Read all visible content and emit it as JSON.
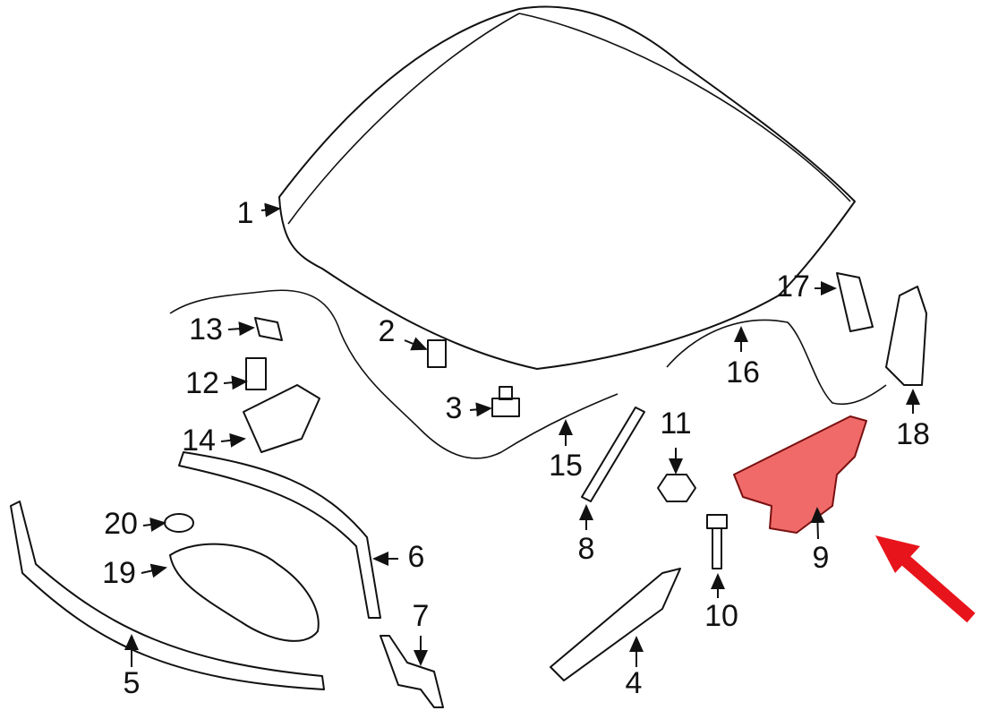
{
  "diagram": {
    "callouts": [
      "1",
      "2",
      "3",
      "4",
      "5",
      "6",
      "7",
      "8",
      "9",
      "10",
      "11",
      "12",
      "13",
      "14",
      "15",
      "16",
      "17",
      "18",
      "19",
      "20"
    ],
    "highlighted_part": "9",
    "colors": {
      "highlight_fill": "#f06a6a",
      "pointer_arrow": "#e8141b",
      "line": "#111111"
    }
  }
}
